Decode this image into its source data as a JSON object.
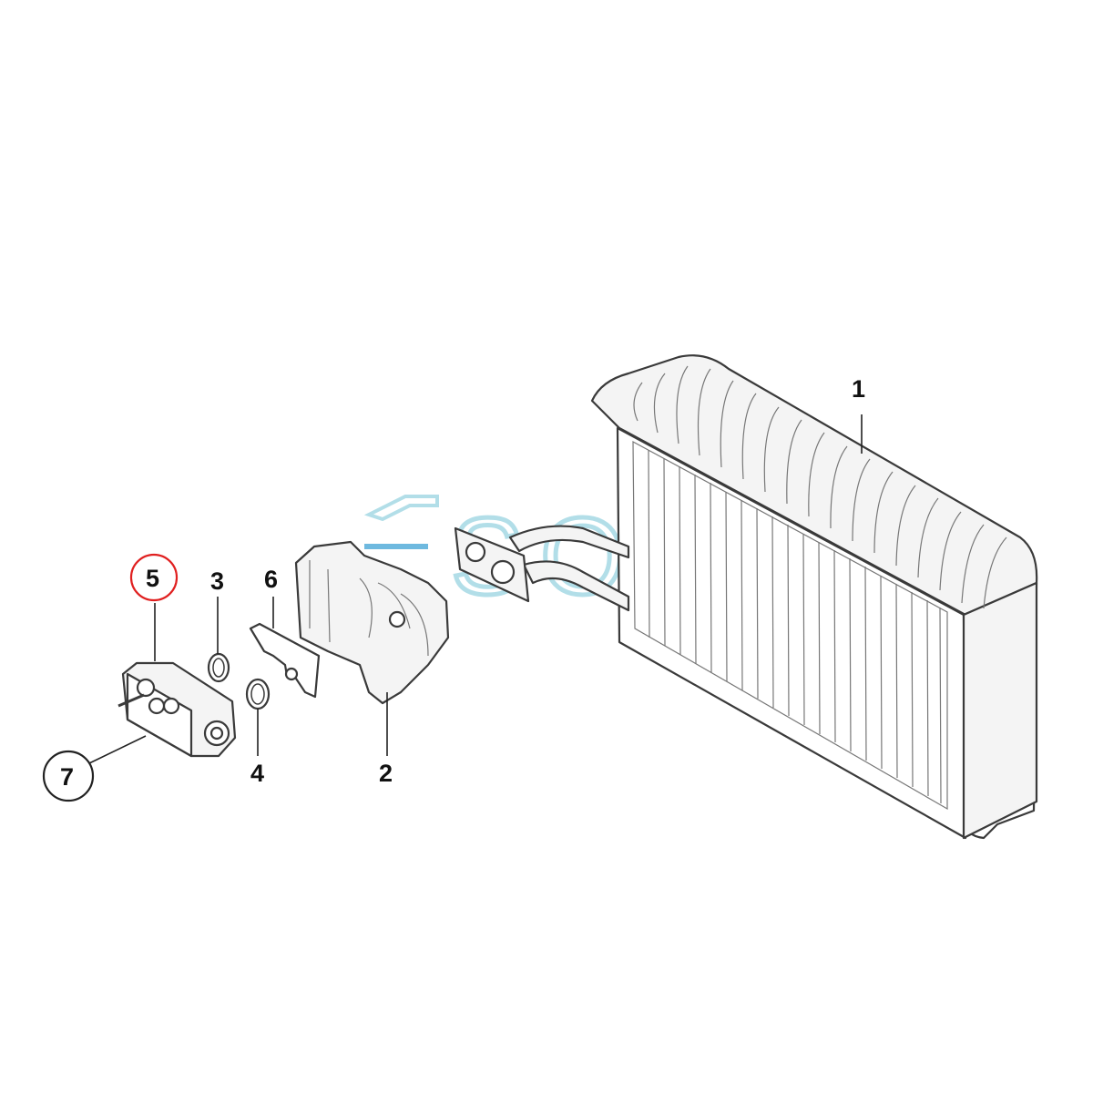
{
  "watermark": {
    "text": "SOL",
    "color": "#9fd7e3"
  },
  "callouts": [
    {
      "id": "1",
      "label": "1",
      "circled": false
    },
    {
      "id": "2",
      "label": "2",
      "circled": false
    },
    {
      "id": "3",
      "label": "3",
      "circled": false
    },
    {
      "id": "4",
      "label": "4",
      "circled": false
    },
    {
      "id": "5",
      "label": "5",
      "circled": true,
      "circle_color": "#e02020"
    },
    {
      "id": "6",
      "label": "6",
      "circled": false
    },
    {
      "id": "7",
      "label": "7",
      "circled": true,
      "circle_color": "#222222"
    }
  ],
  "parts": [
    {
      "callout": "1",
      "icon": "evaporator-core"
    },
    {
      "callout": "2",
      "icon": "valve-housing-bracket"
    },
    {
      "callout": "3",
      "icon": "o-ring-small"
    },
    {
      "callout": "4",
      "icon": "o-ring-large"
    },
    {
      "callout": "5",
      "icon": "expansion-valve"
    },
    {
      "callout": "6",
      "icon": "gasket-plate"
    },
    {
      "callout": "7",
      "icon": "valve-pin"
    }
  ]
}
